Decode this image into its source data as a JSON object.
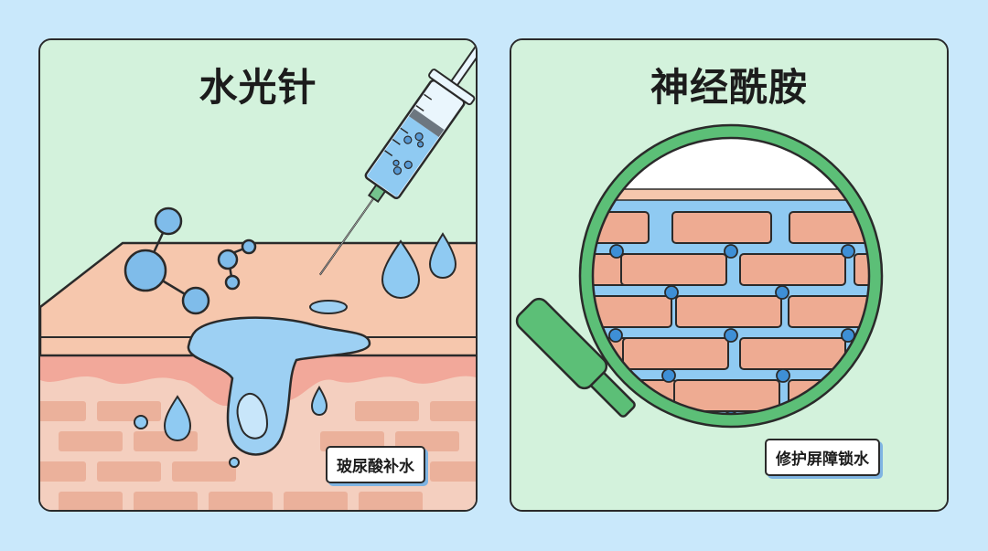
{
  "left_panel": {
    "title": "水光针",
    "caption": "玻尿酸补水"
  },
  "right_panel": {
    "title": "神经酰胺",
    "caption": "修护屏障锁水"
  },
  "colors": {
    "background": "#c9e8fb",
    "panel_fill": "#d3f2dc",
    "skin": "#f6c7ad",
    "brick": "#eeab92",
    "water": "#8fcaf2",
    "lens_rim": "#5cbf77"
  }
}
